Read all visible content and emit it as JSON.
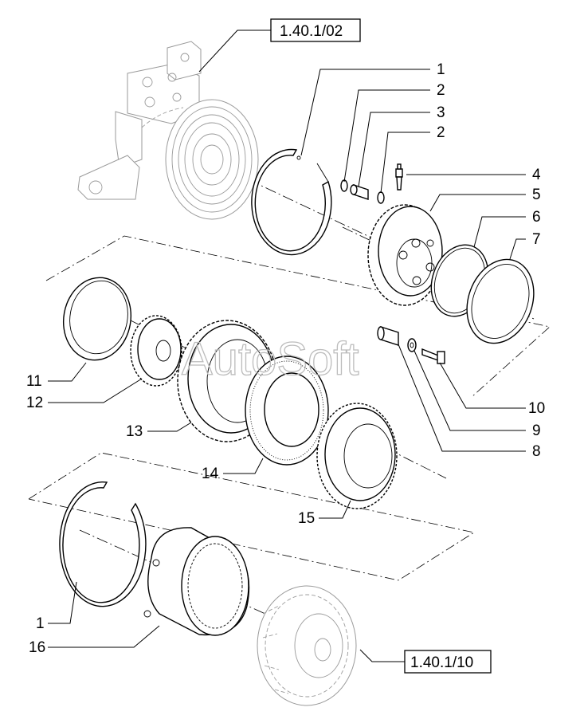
{
  "references": {
    "top": "1.40.1/02",
    "bottom": "1.40.1/10"
  },
  "watermark": "AutoSoft",
  "callouts": {
    "c1_top": "1",
    "c2_a": "2",
    "c3": "3",
    "c2_b": "2",
    "c4": "4",
    "c5": "5",
    "c6": "6",
    "c7": "7",
    "c10": "10",
    "c9": "9",
    "c8": "8",
    "c11": "11",
    "c12": "12",
    "c13": "13",
    "c14": "14",
    "c15": "15",
    "c1_bottom": "1",
    "c16": "16"
  }
}
